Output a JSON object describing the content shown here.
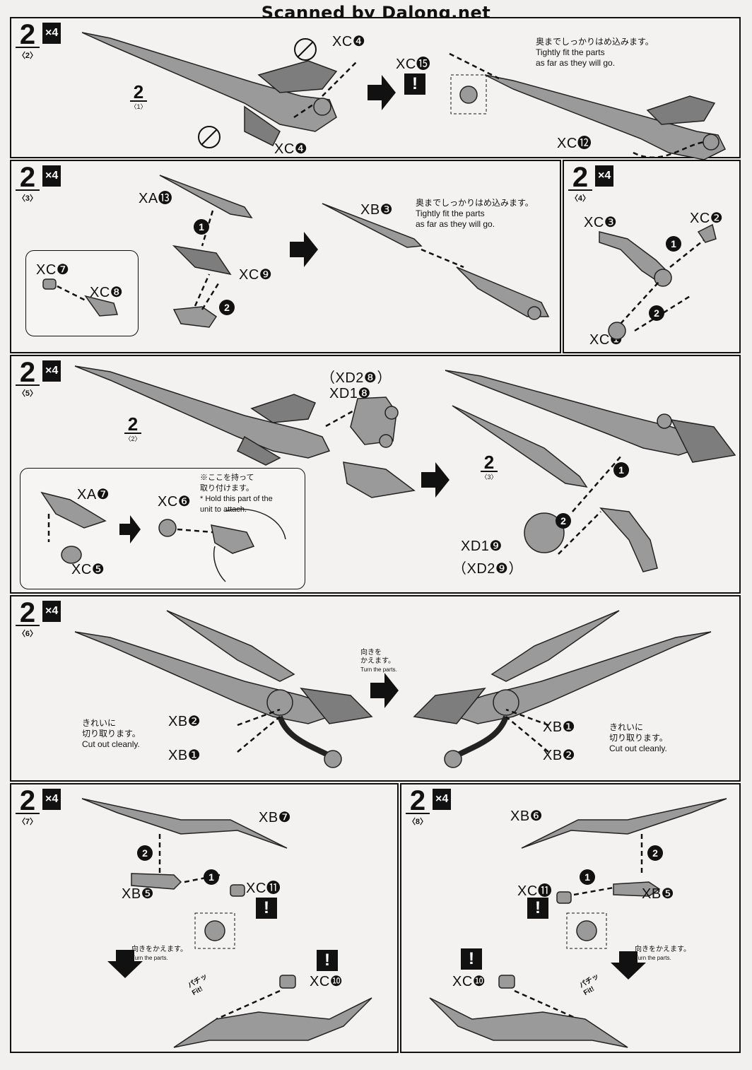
{
  "header": {
    "scan_credit": "Scanned by Dalong.net"
  },
  "steps": {
    "s2_2": {
      "num": "2",
      "sub": "〈2〉",
      "mult": "×4"
    },
    "s2_3": {
      "num": "2",
      "sub": "〈3〉",
      "mult": "×4"
    },
    "s2_4": {
      "num": "2",
      "sub": "〈4〉",
      "mult": "×4"
    },
    "s2_5": {
      "num": "2",
      "sub": "〈5〉",
      "mult": "×4"
    },
    "s2_6": {
      "num": "2",
      "sub": "〈6〉",
      "mult": "×4"
    },
    "s2_7": {
      "num": "2",
      "sub": "〈7〉",
      "mult": "×4"
    },
    "s2_8": {
      "num": "2",
      "sub": "〈8〉",
      "mult": "×4"
    }
  },
  "refs": {
    "r1": {
      "n": "2",
      "s": "〈1〉"
    },
    "r2": {
      "n": "2",
      "s": "〈2〉"
    },
    "r3": {
      "n": "2",
      "s": "〈3〉"
    }
  },
  "labels": {
    "xc4a": "XC❹",
    "xc4b": "XC❹",
    "xc15": "XC⓯",
    "xc12": "XC⓬",
    "xa13": "XA⓭",
    "xc7": "XC❼",
    "xc8": "XC❽",
    "xc9": "XC❾",
    "xb3": "XB❸",
    "xc3": "XC❸",
    "xc2": "XC❷",
    "xc1": "XC❶",
    "xd28": "（XD2❽）",
    "xd18": "XD1❽",
    "xa7": "XA❼",
    "xc6": "XC❻",
    "xc5": "XC❺",
    "xd19": "XD1❾",
    "xd29": "（XD2❾）",
    "xb2a": "XB❷",
    "xb1a": "XB❶",
    "xb1b": "XB❶",
    "xb2b": "XB❷",
    "xb7": "XB❼",
    "xb5a": "XB❺",
    "xc11a": "XC⓫",
    "xc10a": "XC❿",
    "xb6": "XB❻",
    "xc11b": "XC⓫",
    "xb5b": "XB❺",
    "xc10b": "XC❿"
  },
  "notes": {
    "fit_jp": "奥までしっかりはめ込みます。",
    "fit_en1": "Tightly fit the parts",
    "fit_en2": "as far as they will go.",
    "hold_jp1": "※ここを持って",
    "hold_jp2": "取り付けます。",
    "hold_en1": "* Hold this part of the",
    "hold_en2": "unit to attach.",
    "turn_jp1": "向きを",
    "turn_jp2": "かえます。",
    "turn_en": "Turn the parts.",
    "turn2_jp": "向きをかえます。",
    "cut_jp1": "きれいに",
    "cut_jp2": "切り取ります。",
    "cut_en": "Cut out cleanly.",
    "fit_snap_jp": "パチッ",
    "fit_snap_en": "Fit!"
  },
  "markers": {
    "step1": "1",
    "step2": "2",
    "caution": "!"
  },
  "colors": {
    "ink": "#111111",
    "paper": "#f1f0ee",
    "part": "#9a9a9a"
  }
}
